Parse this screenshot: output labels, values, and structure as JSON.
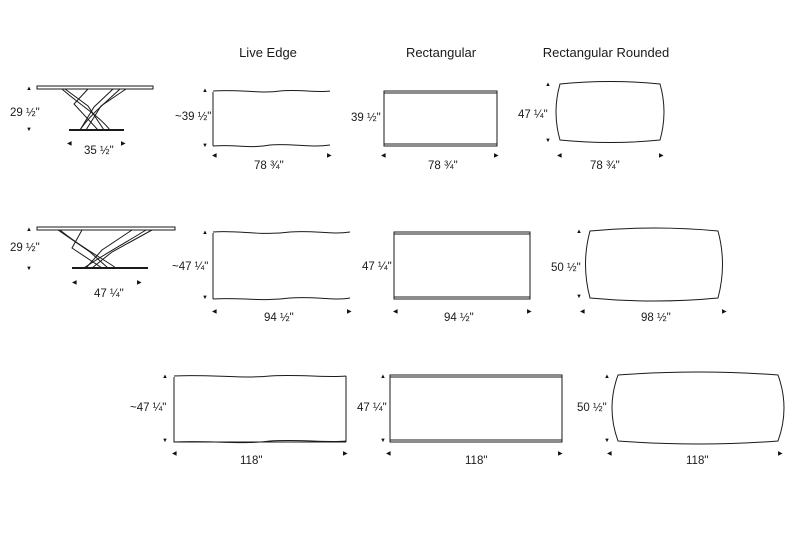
{
  "columns": {
    "live_edge": "Live Edge",
    "rectangular": "Rectangular",
    "rounded": "Rectangular Rounded"
  },
  "rows": [
    {
      "side_height": "29 ½\"",
      "side_depth": "35 ½\"",
      "live_width": "78 ¾\"",
      "live_depth": "~39 ½\"",
      "rect_width": "78 ¾\"",
      "rect_depth": "39 ½\"",
      "round_width": "78 ¾\"",
      "round_depth": "47 ¼\""
    },
    {
      "side_height": "29 ½\"",
      "side_depth": "47 ¼\"",
      "live_width": "94 ½\"",
      "live_depth": "~47 ¼\"",
      "rect_width": "94 ½\"",
      "rect_depth": "47 ¼\"",
      "round_width": "98 ½\"",
      "round_depth": "50 ½\""
    },
    {
      "live_width": "118\"",
      "live_depth": "~47 ¼\"",
      "rect_width": "118\"",
      "rect_depth": "47 ¼\"",
      "round_width": "118\"",
      "round_depth": "50 ½\""
    }
  ]
}
